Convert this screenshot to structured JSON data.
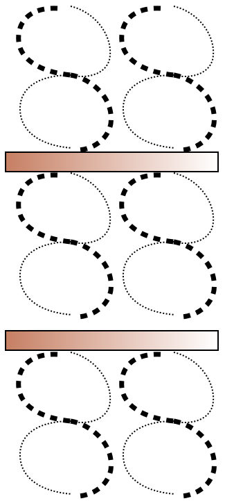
{
  "colors": {
    "background": "#ffffff",
    "stroke": "#000000",
    "gradient_start": "#c67f63",
    "gradient_end": "#ffffff"
  },
  "pattern": {
    "bands": 3,
    "motifs_per_band": 2,
    "motif_icon": "dashed-dotted-figure-eight",
    "separator_bars": 2
  }
}
